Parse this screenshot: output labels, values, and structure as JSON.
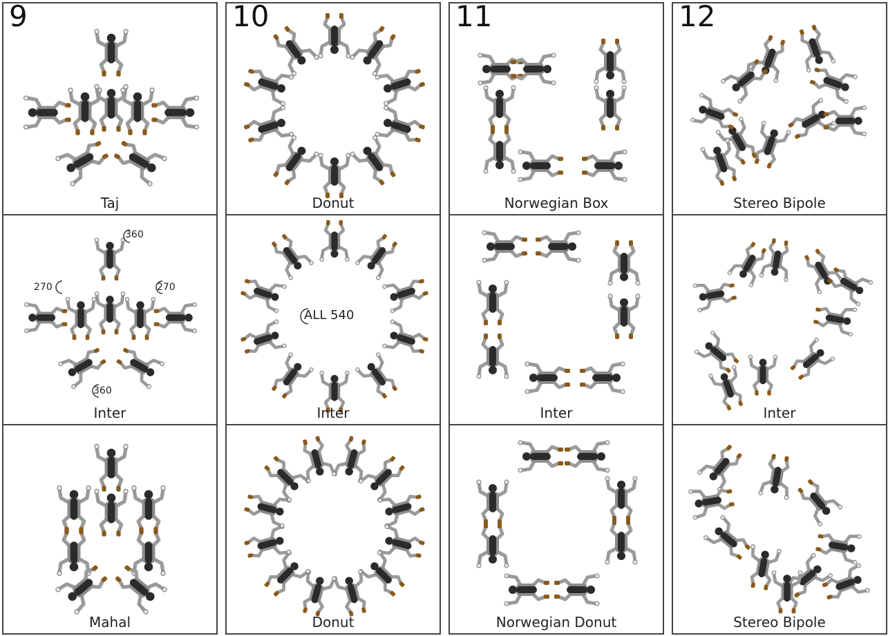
{
  "columns": [
    {
      "number": "9",
      "captions": [
        "Taj",
        "Inter",
        "Mahal"
      ]
    },
    {
      "number": "10",
      "captions": [
        "Donut",
        "Inter",
        "Donut"
      ]
    },
    {
      "number": "11",
      "captions": [
        "Norwegian Box",
        "Inter",
        "Norwegian Donut"
      ]
    },
    {
      "number": "12",
      "captions": [
        "Stereo Bipole",
        "Inter",
        "Stereo Bipole"
      ]
    }
  ],
  "rotation_labels": {
    "c9_top": "360",
    "c9_left": "270",
    "c9_right": "270",
    "c9_bottom": "360",
    "c10_center": "ALL 540"
  },
  "colors": {
    "body": "#2b2b2b",
    "limb": "#9a9a9a",
    "hand": "#8a5a1c",
    "frame": "#444444"
  }
}
